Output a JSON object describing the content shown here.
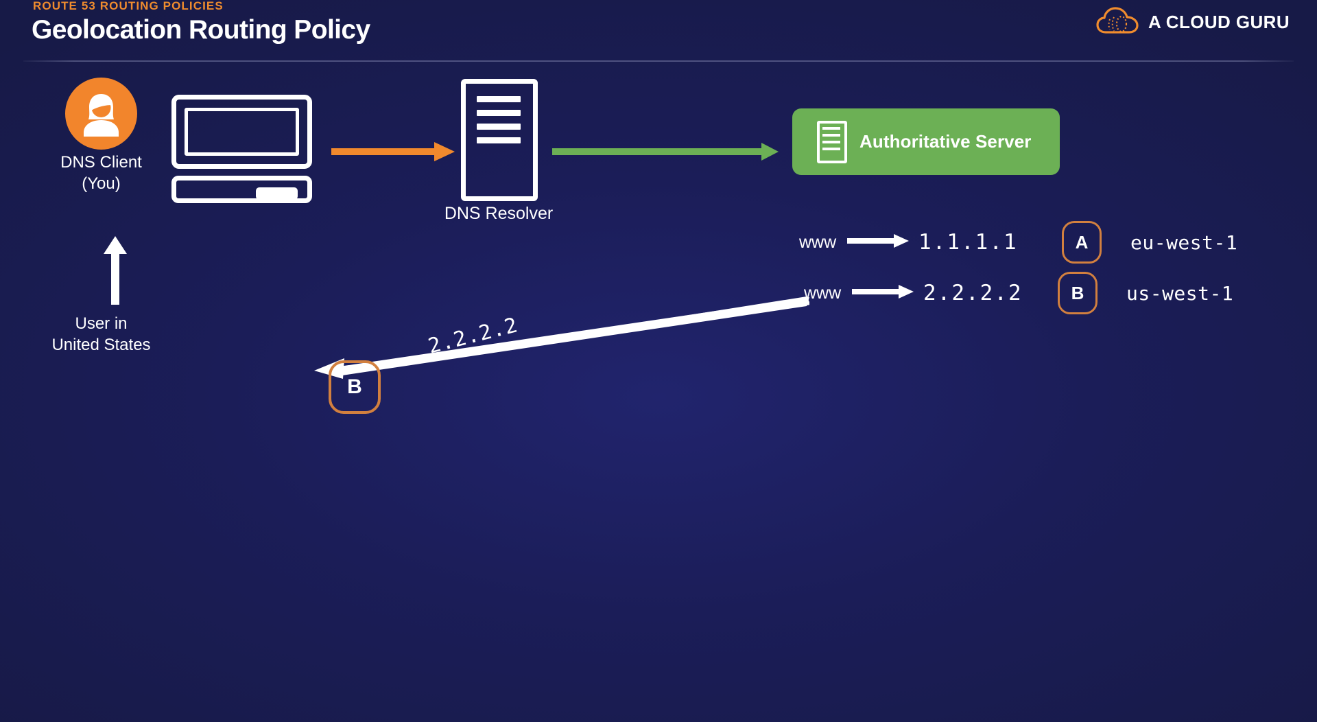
{
  "header": {
    "eyebrow": "ROUTE 53 ROUTING POLICIES",
    "title": "Geolocation Routing Policy",
    "brand": "A CLOUD GURU",
    "brand_icon": "cloud-icon",
    "brand_color": "#f08c2e"
  },
  "diagram": {
    "client": {
      "avatar_icon": "user-avatar-icon",
      "avatar_color": "#f2852c",
      "label": "DNS Client\n(You)",
      "label_line1": "DNS Client",
      "label_line2": "(You)",
      "computer_icon": "desktop-computer-icon"
    },
    "user_location": {
      "arrow_icon": "arrow-up-icon",
      "label_line1": "User in",
      "label_line2": "United States"
    },
    "resolver": {
      "icon": "server-rack-icon",
      "label": "DNS Resolver"
    },
    "auth_server": {
      "icon": "server-rack-icon",
      "label": "Authoritative Server",
      "box_color": "#6cb055"
    },
    "arrows": {
      "query_arrow": {
        "icon": "arrow-right-icon",
        "color": "#f1892d"
      },
      "lookup_arrow": {
        "icon": "arrow-right-icon",
        "color": "#6cb055"
      },
      "response_arrow": {
        "icon": "arrow-diagonal-left-icon",
        "color": "#ffffff"
      }
    },
    "records": [
      {
        "host": "www",
        "arrow_icon": "arrow-right-icon",
        "ip": "1.1.1.1",
        "badge": "A",
        "region": "eu-west-1"
      },
      {
        "host": "www",
        "arrow_icon": "arrow-right-icon",
        "ip": "2.2.2.2",
        "badge": "B",
        "region": "us-west-1"
      }
    ],
    "response": {
      "ip_label": "2.2.2.2",
      "badge": "B"
    },
    "badge_border_color": "#d2803f"
  }
}
